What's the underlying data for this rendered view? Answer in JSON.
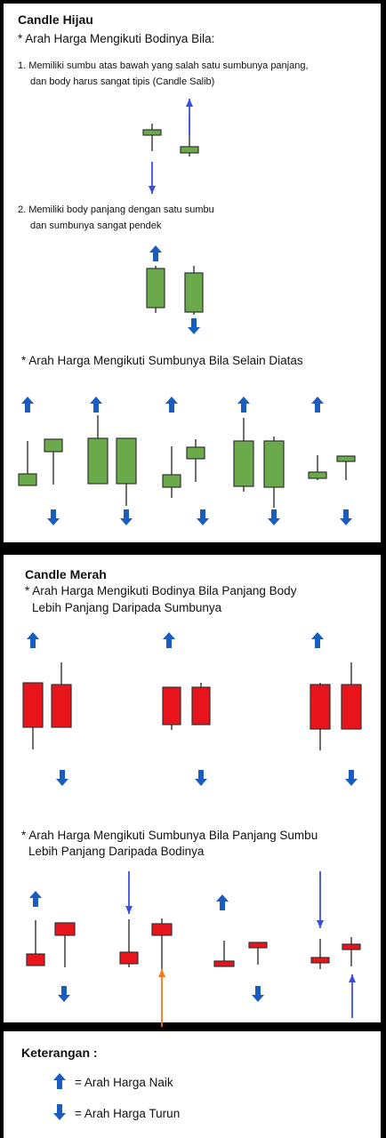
{
  "green_section": {
    "title": "Candle Hijau",
    "subtitle": "* Arah Harga Mengikuti Bodinya Bila:",
    "rule1_line1": "1. Memiliki sumbu atas bawah yang salah satu sumbunya panjang,",
    "rule1_line2": "dan body harus sangat tipis (Candle Salib)",
    "rule2_line1": "2. Memiliki body panjang dengan satu sumbu",
    "rule2_line2": "dan sumbunya sangat pendek",
    "wick_rule": "* Arah Harga Mengikuti Sumbunya Bila Selain Diatas"
  },
  "red_section": {
    "title": "Candle Merah",
    "body_rule_line1": "* Arah Harga Mengikuti Bodinya Bila Panjang Body",
    "body_rule_line2": "Lebih Panjang Daripada Sumbunya",
    "wick_rule_line1": "* Arah Harga Mengikuti Sumbunya Bila Panjang Sumbu",
    "wick_rule_line2": "Lebih Panjang Daripada Bodinya"
  },
  "legend": {
    "title": "Keterangan :",
    "up_label": "= Arah Harga Naik",
    "down_label": "= Arah Harga Turun"
  },
  "colors": {
    "green_candle": "#6aaa4a",
    "red_candle": "#e8141c",
    "arrow_blue": "#1a5dbf",
    "annotation_blue": "#3a4fe0",
    "annotation_orange": "#f07a1e"
  },
  "icons": {
    "up": "arrow-up-icon",
    "down": "arrow-down-icon"
  }
}
